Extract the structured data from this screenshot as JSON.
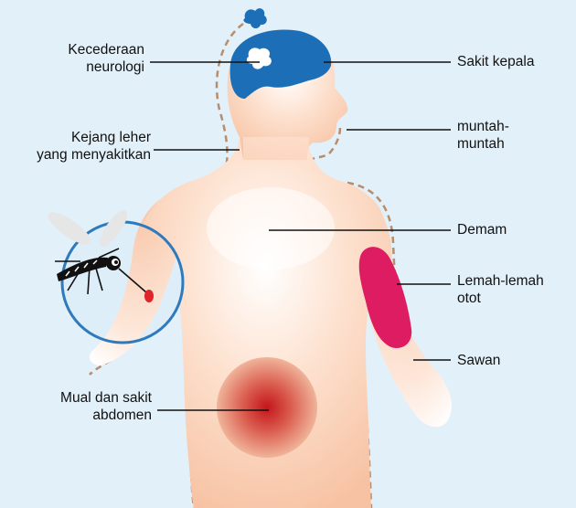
{
  "labels": {
    "neuro": [
      "Kecederaan",
      "neurologi"
    ],
    "headache": "Sakit kepala",
    "vomit": [
      "muntah-",
      "muntah"
    ],
    "neck": [
      "Kejang leher",
      "yang menyakitkan"
    ],
    "fever": "Demam",
    "muscle": [
      "Lemah-lemah",
      "otot"
    ],
    "seizure": "Sawan",
    "abdomen": [
      "Mual dan sakit",
      "abdomen"
    ]
  },
  "colors": {
    "background": "#e2f0f9",
    "skin": "#fbd0b6",
    "brain": "#1c6fb7",
    "muscle": "#dd1c62",
    "abdomen_pain": "#c4161c",
    "lens_ring": "#2f79bd",
    "dashed_outline": "#b78d6b",
    "leader_line": "#111111"
  },
  "icons": [
    "mosquito-icon",
    "brain-icon",
    "magnifier-circle-icon"
  ]
}
